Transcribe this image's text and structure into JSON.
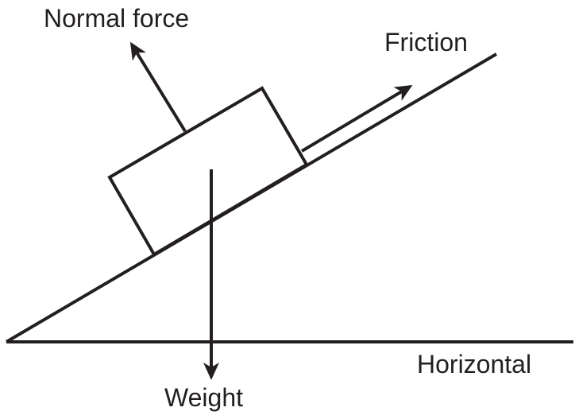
{
  "diagram": {
    "labels": {
      "normal_force": "Normal force",
      "friction": "Friction",
      "horizontal": "Horizontal",
      "weight": "Weight"
    },
    "colors": {
      "ink": "#231f20",
      "background": "#ffffff"
    }
  }
}
